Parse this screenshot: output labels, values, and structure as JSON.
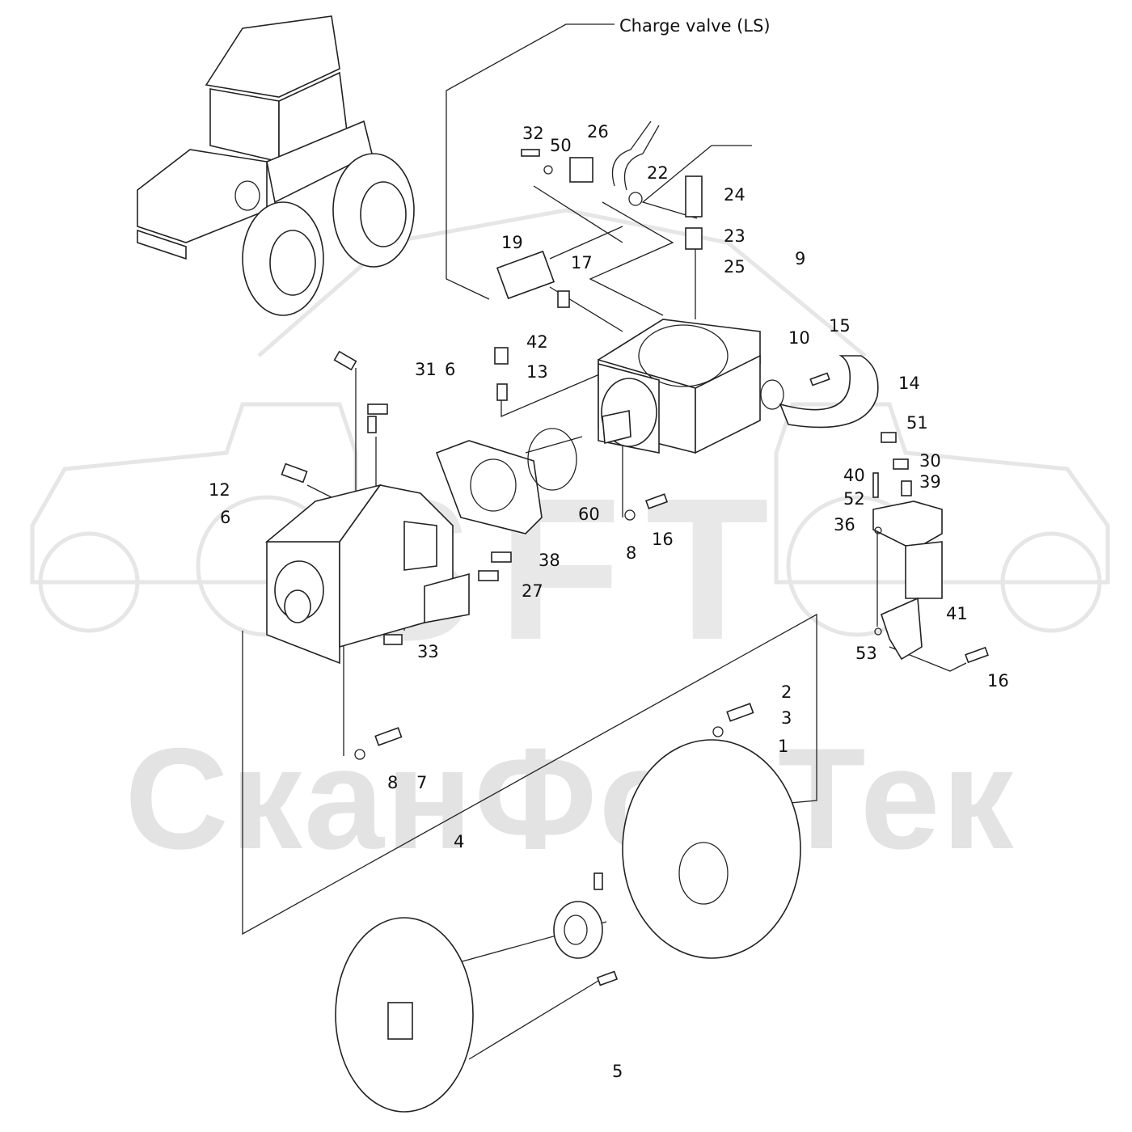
{
  "header": {
    "title": "Charge valve (LS)"
  },
  "watermark": {
    "logo": "SFT",
    "text": "СканФорТек",
    "color": "#e3e3e3"
  },
  "parts": {
    "p1": "1",
    "p2": "2",
    "p3": "3",
    "p4": "4",
    "p5": "5",
    "p6a": "6",
    "p6b": "6",
    "p7": "7",
    "p8a": "8",
    "p8b": "8",
    "p9": "9",
    "p10": "10",
    "p12": "12",
    "p13": "13",
    "p14": "14",
    "p15": "15",
    "p16a": "16",
    "p16b": "16",
    "p17": "17",
    "p19": "19",
    "p22": "22",
    "p23": "23",
    "p24": "24",
    "p25": "25",
    "p26": "26",
    "p27": "27",
    "p30": "30",
    "p31": "31",
    "p32": "32",
    "p33": "33",
    "p36": "36",
    "p38": "38",
    "p39": "39",
    "p40": "40",
    "p41": "41",
    "p42": "42",
    "p50": "50",
    "p51": "51",
    "p52": "52",
    "p53": "53",
    "p60": "60"
  }
}
